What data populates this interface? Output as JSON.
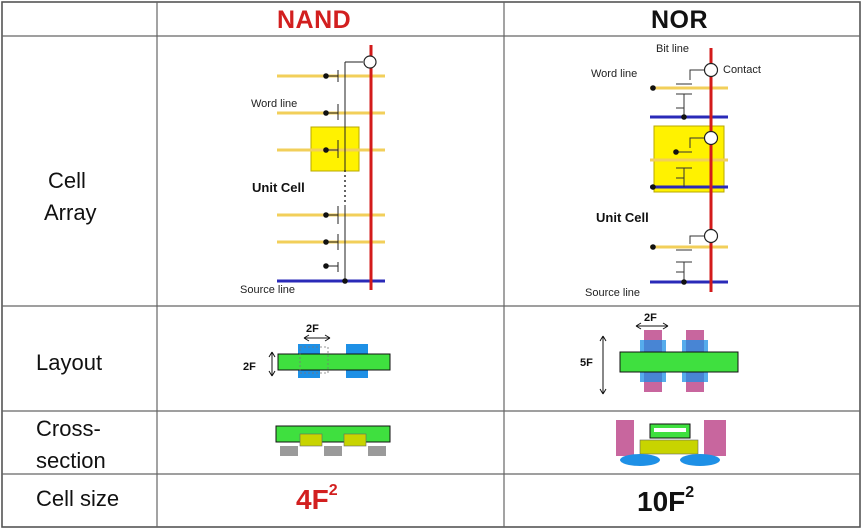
{
  "header": {
    "nand": "NAND",
    "nor": "NOR"
  },
  "rows": {
    "cell_array": [
      "Cell",
      "Array"
    ],
    "layout": "Layout",
    "cross_section": [
      "Cross-",
      "section"
    ],
    "cell_size": "Cell size"
  },
  "nand": {
    "word_line": "Word line",
    "unit_cell": "Unit Cell",
    "source_line": "Source line",
    "dim_w": "2F",
    "dim_h": "2F",
    "cell_size": "4F",
    "cell_size_exp": "2"
  },
  "nor": {
    "bit_line": "Bit line",
    "word_line": "Word line",
    "contact": "Contact",
    "unit_cell": "Unit Cell",
    "source_line": "Source line",
    "dim_w": "2F",
    "dim_h": "5F",
    "cell_size": "10F",
    "cell_size_exp": "2"
  },
  "colors": {
    "nand_title": "#d21f1f",
    "word_line": "#f2cf5a",
    "bit_line": "#d31a1a",
    "source_line": "#2a2ab8",
    "unit_cell_fill": "#fff200",
    "active_green": "#3fe03f",
    "gate_blue": "#1e90e6",
    "poly_yellow": "#c8d400",
    "substrate_gray": "#9a9a9a",
    "contact_pink": "#c8669e"
  }
}
